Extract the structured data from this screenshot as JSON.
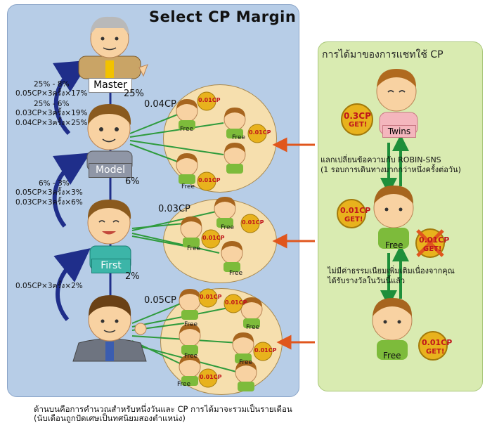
{
  "title": "Select CP Margin",
  "right_title": "การได้มาของการแชทใช้ CP",
  "ranks": {
    "master": {
      "label": "Master",
      "pct": "25%"
    },
    "model": {
      "label": "Model",
      "pct": "6%",
      "cp": "0.04CP"
    },
    "first": {
      "label": "First",
      "pct": "2%",
      "cp": "0.03CP"
    },
    "base": {
      "cp": "0.05CP"
    }
  },
  "formulas": {
    "to_master": [
      "25% - 8%",
      "0.05CP×3ครั้ง×17%",
      "25% - 6%",
      "0.03CP×3ครั้ง×19%",
      "0.04CP×3ครั้ง×25%"
    ],
    "to_model": [
      "6% - 3%",
      "0.05CP×3ครั้ง×3%",
      "0.03CP×3ครั้ง×6%"
    ],
    "to_first": [
      "0.05CP×3ครั้ง×2%"
    ]
  },
  "free_label": "Free",
  "coin": {
    "small": "0.01CP",
    "big": "0.3CP",
    "get": "GET!"
  },
  "twins_label": "Twins",
  "exchange_note": [
    "แลกเปลี่ยนข้อความกับ ROBIN-SNS",
    "(1 รอบการเดินทางมากกว่าหนึ่งครั้งต่อวัน)"
  ],
  "free_note": [
    "ไม่มีค่าธรรมเนียมเพิ่มเติมเนื่องจากคุณ",
    "ได้รับรางวัลในวันนี้แล้ว"
  ],
  "footnote": [
    "ด้านบนคือการคำนวณสำหรับหนึ่งวันและ CP การได้มาจะรวมเป็นรายเดือน",
    "(นับเดือนถูกปัดเศษเป็นทศนิยมสองตำแหน่ง)"
  ],
  "colors": {
    "left_bg": "#b7cde7",
    "right_bg": "#d9ebb1",
    "arrow_blue": "#1f2e8a",
    "arrow_orange": "#e0561d",
    "arrow_green": "#1e8f3a",
    "line_green": "#2e9b3c",
    "circle_fill": "#f6dfae"
  }
}
